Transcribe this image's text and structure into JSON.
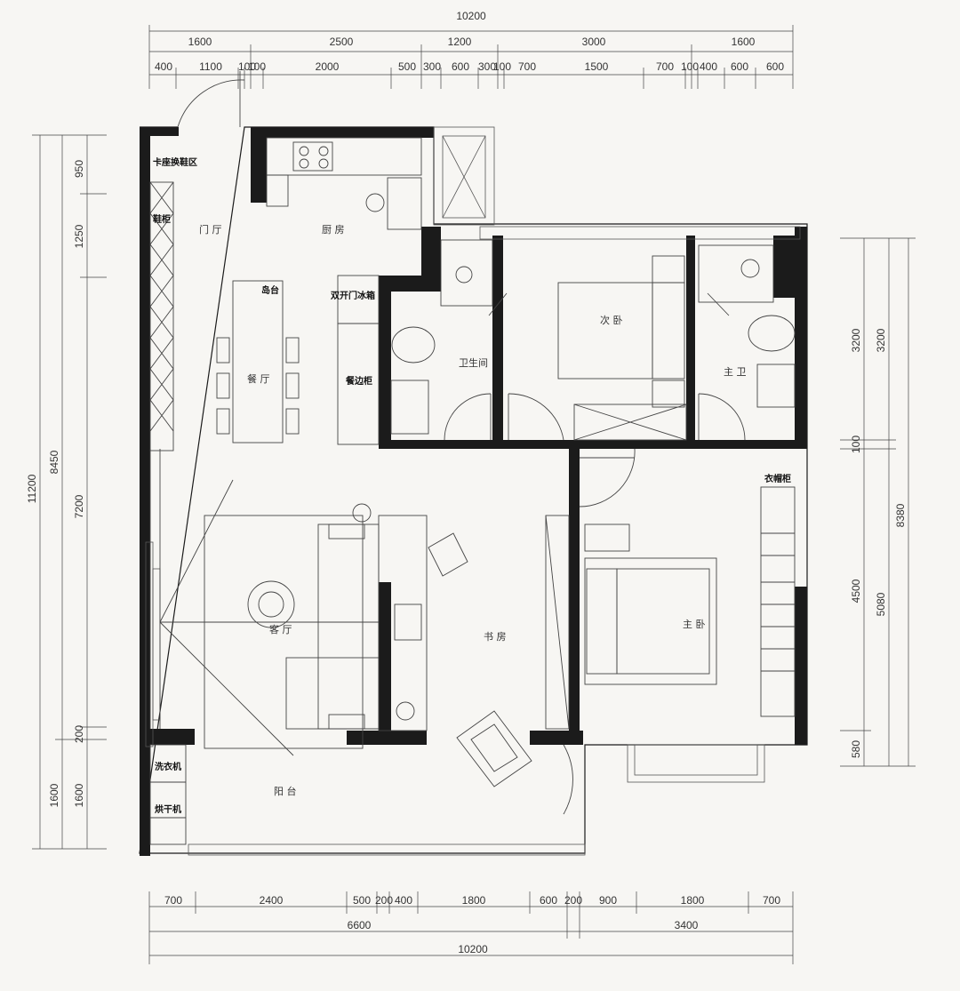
{
  "dimensions": {
    "top_total": "10200",
    "top_row1": [
      "1600",
      "2500",
      "1200",
      "3000",
      "1600"
    ],
    "top_row2": [
      "400",
      "1100",
      "100",
      "100",
      "2000",
      "500",
      "300",
      "600",
      "300",
      "100",
      "700",
      "1500",
      "700",
      "100",
      "400",
      "600",
      "600"
    ],
    "bottom_row1": [
      "700",
      "2400",
      "500",
      "200",
      "400",
      "1800",
      "600",
      "200",
      "900",
      "1800",
      "700"
    ],
    "bottom_row2": [
      "6600",
      "3400"
    ],
    "bottom_total": "10200",
    "left_outer": "11200",
    "left_mid": [
      "8450",
      "1600"
    ],
    "left_inner": [
      "950",
      "1250",
      "7200",
      "200",
      "1600"
    ],
    "right_inner": [
      "3200",
      "100",
      "4500",
      "580"
    ],
    "right_outer": [
      "3200",
      "8380",
      "5080"
    ]
  },
  "rooms": {
    "entry_seat": "卡座换鞋区",
    "shoe_cabinet": "鞋柜",
    "foyer": "门 厅",
    "kitchen": "厨 房",
    "island": "岛台",
    "fridge": "双开门冰箱",
    "dining": "餐 厅",
    "sideboard": "餐边柜",
    "bathroom": "卫生间",
    "second_bedroom": "次 卧",
    "master_bath": "主 卫",
    "wardrobe": "衣帽柜",
    "living": "客 厅",
    "study": "书 房",
    "master_bedroom": "主 卧",
    "washer": "洗衣机",
    "dryer": "烘干机",
    "balcony": "阳 台"
  }
}
